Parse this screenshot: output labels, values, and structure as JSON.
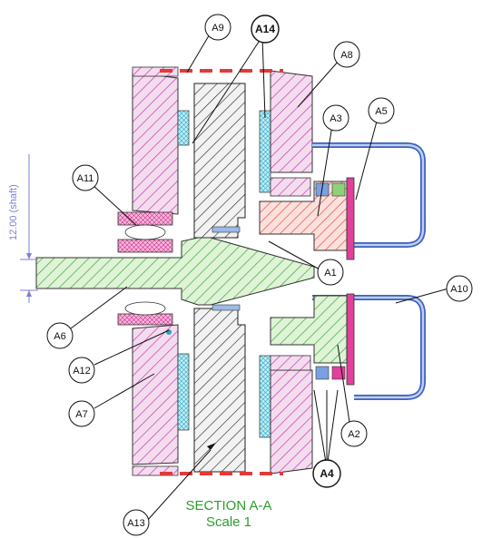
{
  "title": "SECTION A-A",
  "scale": "Scale 1",
  "dimension": "12.00 (shaft)",
  "callouts": [
    "A1",
    "A2",
    "A3",
    "A4",
    "A5",
    "A6",
    "A7",
    "A8",
    "A9",
    "A10",
    "A11",
    "A12",
    "A13",
    "A14"
  ],
  "colors": {
    "magenta_hatch": "#c33bb0",
    "green_hatch": "#3ea63e",
    "red_hatch": "#e2483d",
    "black_hatch": "#222222",
    "blue_outline": "#3d5fc0",
    "cyan_fill": "#9fe0ec",
    "pink_fill": "#e1409c",
    "dim_color": "#7d7fd6",
    "caption_color": "#2e9c2e"
  }
}
